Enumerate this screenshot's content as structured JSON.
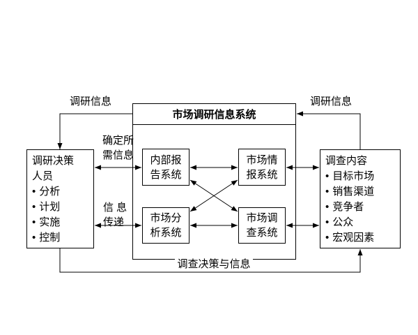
{
  "bullet": "•",
  "labels": {
    "top_left": "调研信息",
    "top_right": "调研信息",
    "determine_info": "确定所\n需信息",
    "info_transfer": "信 息\n传递",
    "bottom": "调查决策与信息"
  },
  "mis": {
    "title": "市场调研信息系统",
    "systems": {
      "internal_report": "内部报\n告系统",
      "market_intelligence": "市场情\n报系统",
      "market_analysis": "市场分\n析系统",
      "market_survey": "市场调\n查系统"
    }
  },
  "left_box": {
    "title": "调研决策\n人员",
    "items": [
      "分析",
      "计划",
      "实施",
      "控制"
    ]
  },
  "right_box": {
    "title": "调查内容",
    "items": [
      "目标市场",
      "销售渠道",
      "竞争者",
      "公众",
      "宏观因素"
    ]
  },
  "colors": {
    "line": "#000000",
    "background": "#ffffff",
    "text": "#000000"
  }
}
